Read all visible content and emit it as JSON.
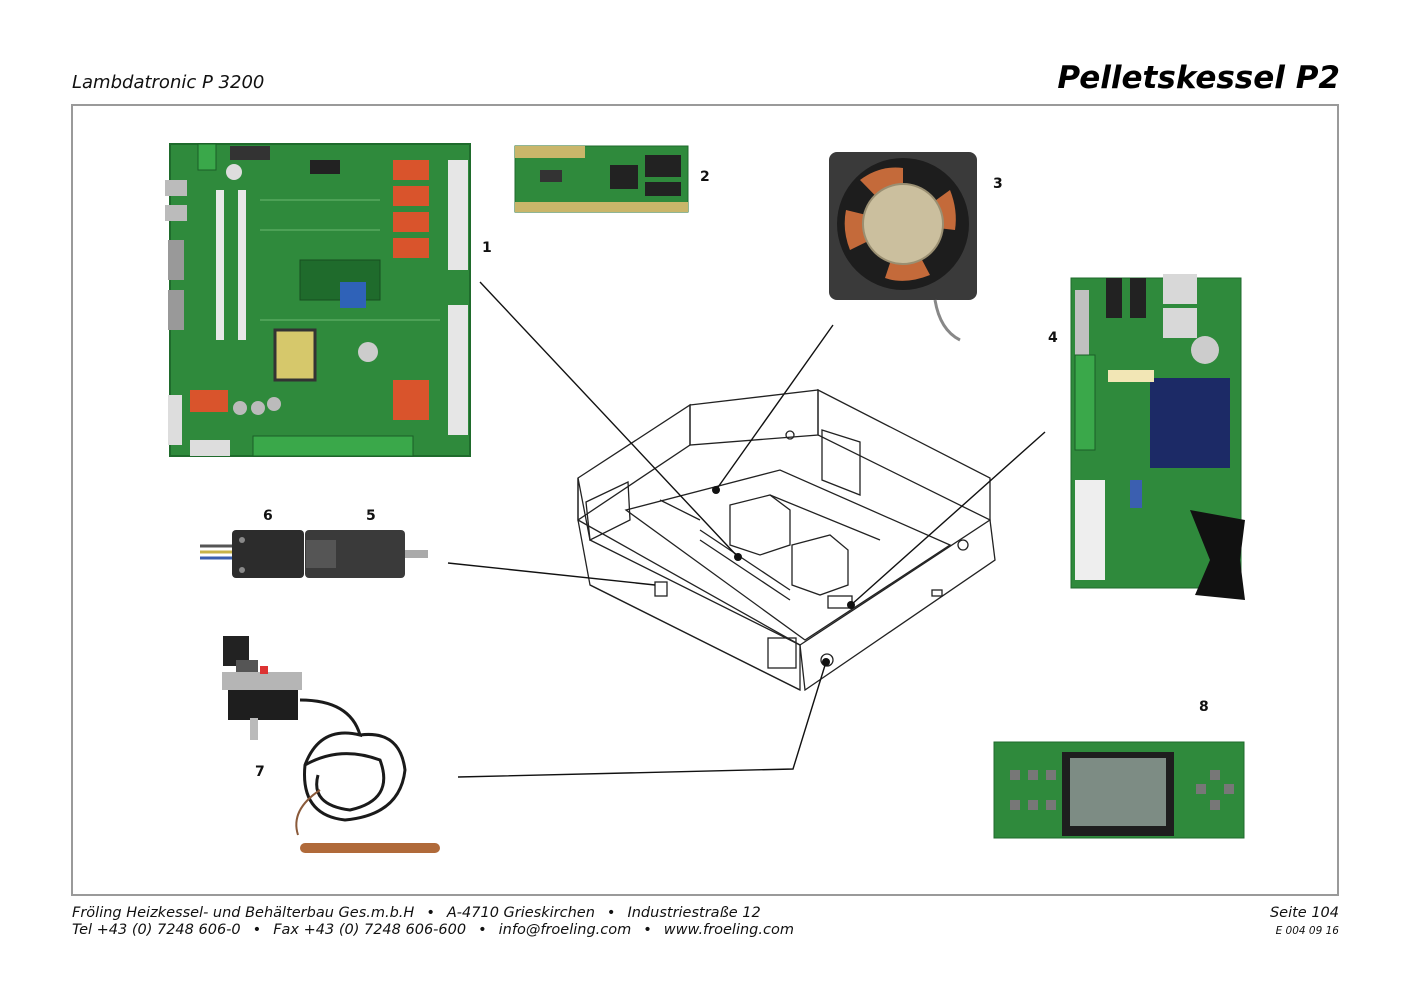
{
  "header": {
    "subtitle": "Lambdatronic P 3200",
    "title": "Pelletskessel P2"
  },
  "callouts": [
    "1",
    "2",
    "3",
    "4",
    "5",
    "6",
    "7",
    "8"
  ],
  "footer": {
    "line1": [
      "Fröling Heizkessel- und Behälterbau Ges.m.b.H",
      "A-4710 Grieskirchen",
      "Industriestraße 12"
    ],
    "line2": [
      "Tel +43 (0) 7248 606-0",
      "Fax +43 (0) 7248 606-600",
      "info@froeling.com",
      "www.froeling.com"
    ],
    "separator": "•",
    "page": "Seite 104",
    "code": "E 004 09 16"
  },
  "colors": {
    "pcb_green": "#2f8a3c",
    "pcb_dark": "#1f6b2c",
    "relay_orange": "#d9542c",
    "frame_gray": "#9a9a9a"
  }
}
